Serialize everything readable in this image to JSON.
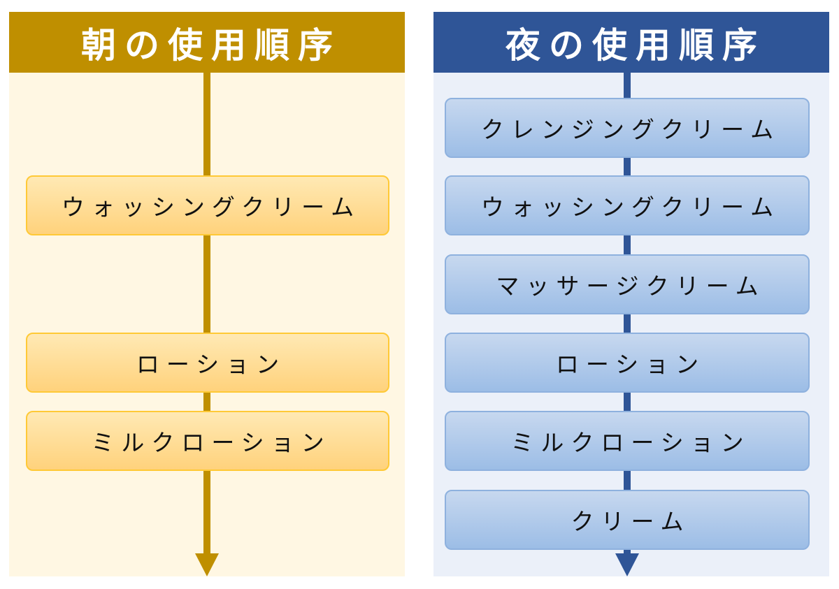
{
  "morning": {
    "title": "朝の使用順序",
    "steps": [
      "ウォッシングクリーム",
      "ローション",
      "ミルクローション"
    ],
    "colors": {
      "accent": "#bf8f00",
      "background": "#fff7e3",
      "step_fill": "#ffd27c",
      "step_border": "#ffc936"
    }
  },
  "night": {
    "title": "夜の使用順序",
    "steps": [
      "クレンジングクリーム",
      "ウォッシングクリーム",
      "マッサージクリーム",
      "ローション",
      "ミルクローション",
      "クリーム"
    ],
    "colors": {
      "accent": "#2f5597",
      "background": "#ebf0f9",
      "step_fill": "#9cbde6",
      "step_border": "#8eb1de"
    }
  }
}
